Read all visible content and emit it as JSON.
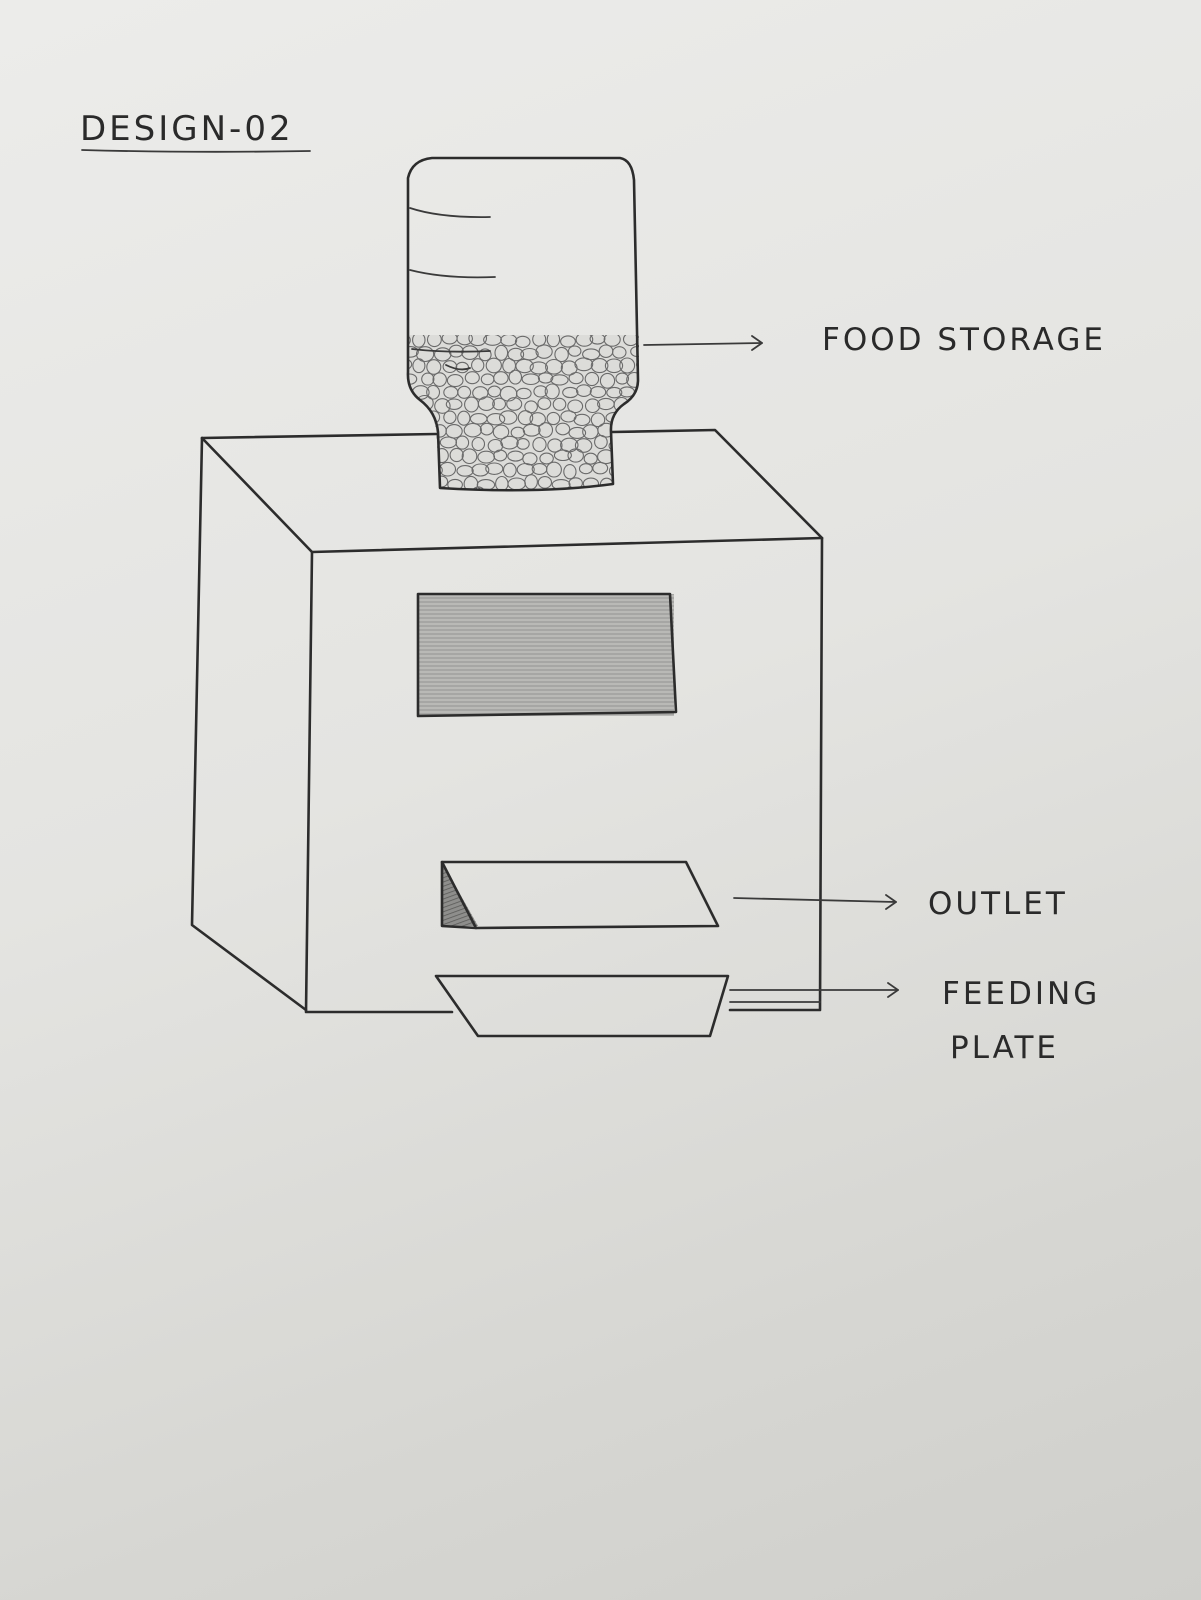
{
  "title": "DESIGN-02",
  "labels": {
    "food_storage": "FOOD STORAGE",
    "outlet": "OUTLET",
    "feeding_plate_line1": "FEEDING",
    "feeding_plate_line2": "PLATE"
  },
  "colors": {
    "paper": "#e6e6e3",
    "pencil": "#2c2c2c",
    "shading": "#a8a8a6"
  }
}
